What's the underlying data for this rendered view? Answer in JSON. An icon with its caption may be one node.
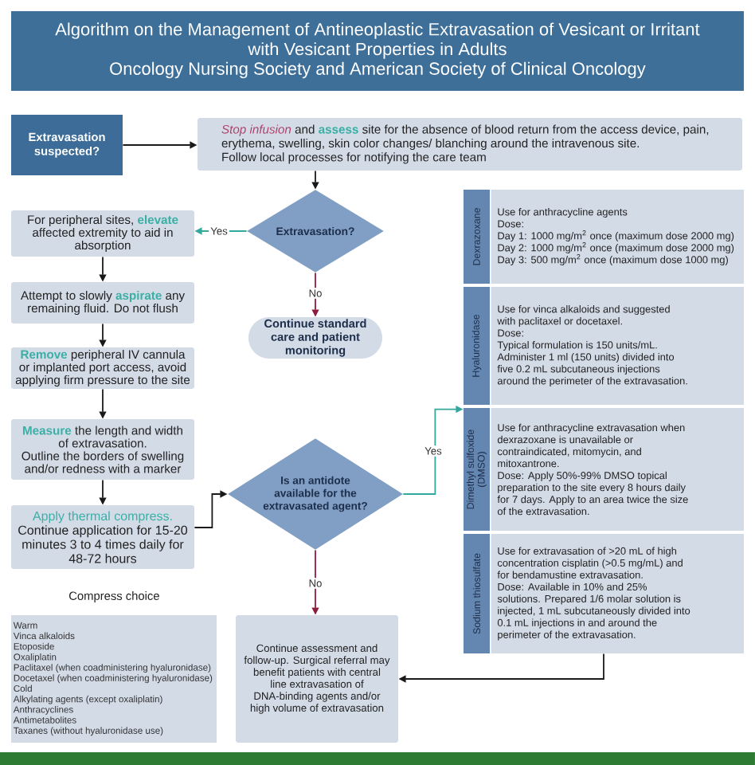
{
  "diagram": {
    "title": "Algorithm on the Management of Antineoplastic Extravasation of Vesicant or Irritant with Vesicant Properties in Adults",
    "nodes": [
      {
        "text": [
          "Extravasation suspected?"
        ]
      },
      {
        "text": [
          "*Stop infusion* and **assess** site for the absence of blood return from the access device, pain, erythema, swelling, skin color changes/ blanching around the intravenous site.",
          "Follow local processes for notifying the care team"
        ]
      },
      {
        "text": [
          "Extravasation?"
        ]
      },
      {
        "text": [
          "For peripheral sites, **elevate** affected extremity to aid in absorption"
        ]
      },
      {
        "text": [
          "Continue standard care and patient monitoring"
        ]
      },
      {
        "text": [
          "Attempt to slowly **aspirate** any remaining fluid. Do not flush"
        ]
      },
      {
        "text": [
          "**Remove** peripheral IV cannula or implanted port access, avoid applying firm pressure to the site"
        ]
      },
      {
        "text": [
          "**Measure** the length and width of extravasation.",
          "Outline the borders of swelling and/or redness with a marker"
        ]
      },
      {
        "text": [
          "Apply thermal compress.",
          "Continue application for 15-20 minutes 3 to 4 times daily for 48-72 hours"
        ]
      },
      {
        "text": [
          "Is an antidote available for the extravasated agent?"
        ]
      },
      {
        "text": [
          "Dexrazoxane",
          "Use for anthracycline agents",
          "Dose:",
          "Day 1: 1000 mg/m$^{2}$ once (maximum dose 2000 mg)",
          "Day 2: 1000 mg/m$^{2}$ once (maximum dose 2000 mg)",
          "Day 3: 500 mg/m$^{2}$ once (maximum dose 1000 mg)"
        ]
      },
      {
        "text": [
          "Hyaluronidase",
          "Use for vinca alkaloids and suggested with paclitaxel or docetaxel.",
          "Dose:",
          "Typical formulation is 150 units/mL.",
          "Administer 1 ml (150 units) divided into five 0.2 mL subcutaneous injections around the perimeter of the extravasation."
        ]
      },
      {
        "text": [
          "Dimethyl sulfoxide (DMSO)",
          "Use for anthracycline extravasation when dexrazoxane is unavailable or contraindicated, mitomycin, and mitoxantrone.",
          "Dose: Apply 50%-99% DMSO topical preparation to the site every 8 hours daily for 7 days. Apply to an area twice the size of the extravasation."
        ]
      },
      {
        "text": [
          "Sodium thiosulfate",
          "Use for extravasation of >20 mL of high concentration cisplatin (>0.5 mg/mL) and for bendamustine extravasation.",
          "Dose: Available in 10% and 25% solutions. Prepared 1/6 molar solution is injected, 1 mL subcutaneously divided into 0.1 mL injections in and around the perimeter of the extravasation."
        ]
      },
      {
        "text": [
          "Compress choice",
          "Warm",
          "Vinca alkaloids",
          "Etoposide",
          "Oxaliplatin",
          "Paclitaxel (when coadministering hyaluronidase)",
          "Docetaxel (when coadministering hyaluronidase)",
          "Cold",
          "Alkylating agents (except oxaliplatin)",
          "Anthracyclines",
          "Antimetabolites",
          "Taxanes (without hyaluronidase use)"
        ]
      },
      {
        "text": [
          "Continue assessment and follow-up. Surgical referral may benefit patients with central line extravasation of DNA-binding agents and/or high volume of extravasation"
        ]
      }
    ],
    "edges": [
      {
        "from": 0,
        "to": 1,
        "arrow": "to"
      },
      {
        "from": 1,
        "to": 2,
        "arrow": "to"
      },
      {
        "from": 2,
        "to": 3,
        "arrow": "to",
        "label": "Yes",
        "color": "#33a99c"
      },
      {
        "from": 2,
        "to": 4,
        "arrow": "to",
        "label": "No",
        "color": "#8d1d3f"
      },
      {
        "from": 3,
        "to": 5,
        "arrow": "to"
      },
      {
        "from": 5,
        "to": 6,
        "arrow": "to"
      },
      {
        "from": 6,
        "to": 7,
        "arrow": "to"
      },
      {
        "from": 7,
        "to": 8,
        "arrow": "to"
      },
      {
        "from": 8,
        "to": 9,
        "arrow": "to"
      },
      {
        "from": 9,
        "to": 12,
        "arrow": "to",
        "label": "Yes",
        "color": "#33a99c"
      },
      {
        "from": 9,
        "to": 15,
        "arrow": "to",
        "label": "No",
        "color": "#8d1d3f"
      },
      {
        "from": 13,
        "to": 15,
        "arrow": "to"
      }
    ],
    "labels": [
      "Oncology Nursing Society and American Society of Clinical Oncology"
    ]
  }
}
